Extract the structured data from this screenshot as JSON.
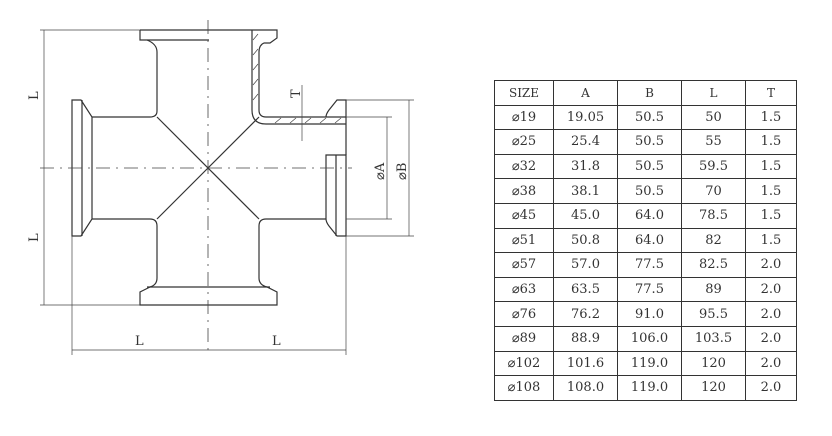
{
  "drawing": {
    "labels": {
      "L": "L",
      "T": "T",
      "A": "⌀A",
      "B": "⌀B"
    }
  },
  "table": {
    "headers": [
      "SIZE",
      "A",
      "B",
      "L",
      "T"
    ],
    "rows": [
      [
        "⌀19",
        "19.05",
        "50.5",
        "50",
        "1.5"
      ],
      [
        "⌀25",
        "25.4",
        "50.5",
        "55",
        "1.5"
      ],
      [
        "⌀32",
        "31.8",
        "50.5",
        "59.5",
        "1.5"
      ],
      [
        "⌀38",
        "38.1",
        "50.5",
        "70",
        "1.5"
      ],
      [
        "⌀45",
        "45.0",
        "64.0",
        "78.5",
        "1.5"
      ],
      [
        "⌀51",
        "50.8",
        "64.0",
        "82",
        "1.5"
      ],
      [
        "⌀57",
        "57.0",
        "77.5",
        "82.5",
        "2.0"
      ],
      [
        "⌀63",
        "63.5",
        "77.5",
        "89",
        "2.0"
      ],
      [
        "⌀76",
        "76.2",
        "91.0",
        "95.5",
        "2.0"
      ],
      [
        "⌀89",
        "88.9",
        "106.0",
        "103.5",
        "2.0"
      ],
      [
        "⌀102",
        "101.6",
        "119.0",
        "120",
        "2.0"
      ],
      [
        "⌀108",
        "108.0",
        "119.0",
        "120",
        "2.0"
      ]
    ]
  }
}
